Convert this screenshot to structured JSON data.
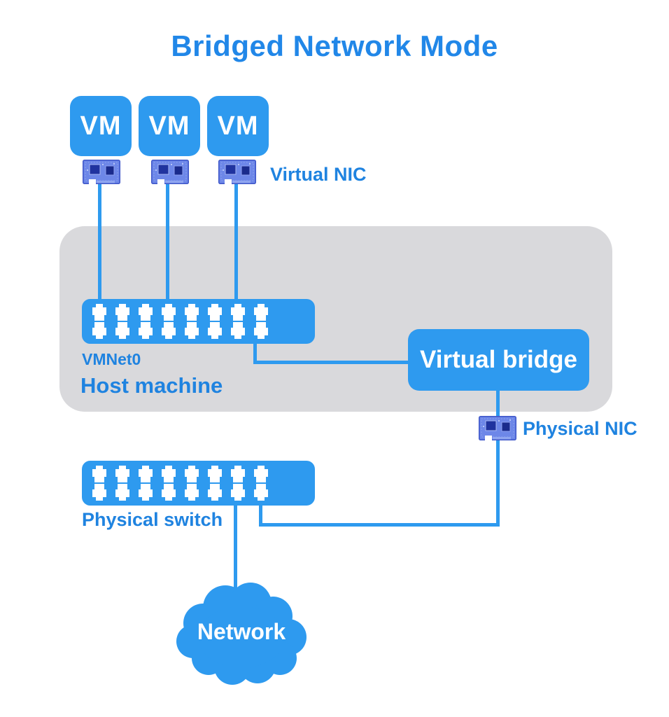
{
  "title": "Bridged Network Mode",
  "vm_boxes": [
    {
      "label": "VM"
    },
    {
      "label": "VM"
    },
    {
      "label": "VM"
    }
  ],
  "labels": {
    "virtual_nic": "Virtual NIC",
    "vmnet0": "VMNet0",
    "host_machine": "Host machine",
    "virtual_bridge": "Virtual bridge",
    "physical_nic": "Physical NIC",
    "physical_switch": "Physical switch",
    "network": "Network"
  },
  "icons": {
    "virtual_nic_1": "network-card-icon",
    "virtual_nic_2": "network-card-icon",
    "virtual_nic_3": "network-card-icon",
    "physical_nic": "network-card-icon",
    "vmnet0_switch": "ethernet-switch-icon",
    "physical_switch": "ethernet-switch-icon",
    "network": "cloud-icon"
  },
  "colors": {
    "accent_blue": "#2E9AEF",
    "title_blue": "#2187E8",
    "label_blue": "#1F83E0",
    "host_box_gray": "#D9D9DC",
    "nic_board_blue": "#6D87E8",
    "port_white": "#FFFFFF",
    "background": "#FFFFFF"
  }
}
